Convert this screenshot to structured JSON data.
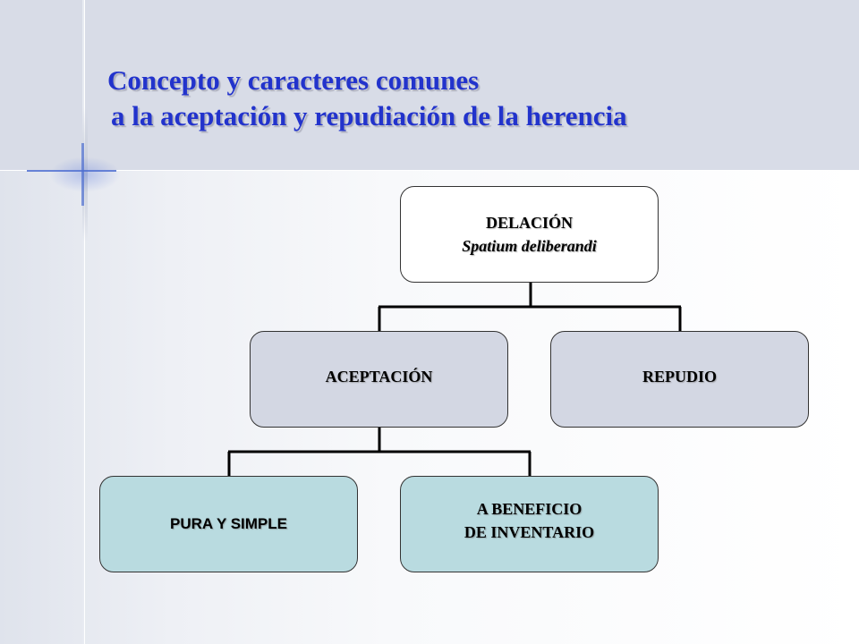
{
  "slide": {
    "title_line1": "Concepto y caracteres comunes",
    "title_line2": "a la aceptación y repudiación de la herencia",
    "colors": {
      "title": "#2233cc",
      "header_band": "#d8dce7",
      "root_fill": "#ffffff",
      "middle_fill": "#d3d7e3",
      "leaf_fill": "#b9dbe0",
      "accent_line": "#4f6fd0"
    }
  },
  "diagram": {
    "root": {
      "label": "DELACIÓN",
      "sublabel": "Spatium deliberandi"
    },
    "level2": [
      {
        "label": "ACEPTACIÓN"
      },
      {
        "label": "REPUDIO"
      }
    ],
    "level3": [
      {
        "label": "PURA Y SIMPLE"
      },
      {
        "label_line1": "A BENEFICIO",
        "label_line2": "DE INVENTARIO"
      }
    ]
  }
}
